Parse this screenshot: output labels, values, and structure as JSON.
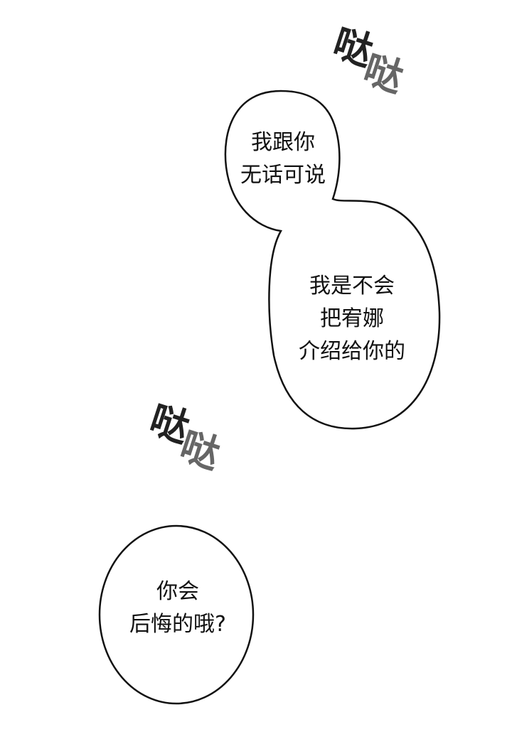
{
  "sfx": [
    {
      "text_1": "哒",
      "text_2": "哒"
    },
    {
      "text_1": "哒",
      "text_2": "哒"
    }
  ],
  "bubbles": [
    {
      "lines": [
        "我跟你",
        "无话可说"
      ]
    },
    {
      "lines": [
        "我是不会",
        "把宥娜",
        "介绍给你的"
      ]
    },
    {
      "lines": [
        "你会",
        "后悔的哦?"
      ]
    }
  ]
}
